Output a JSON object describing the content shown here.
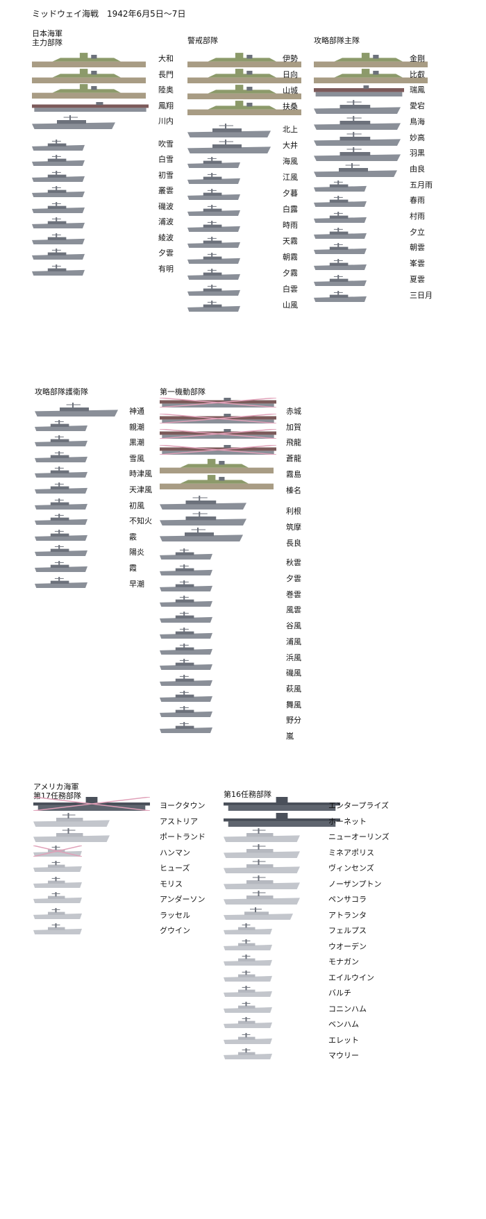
{
  "title": "ミッドウェイ海戦　1942年6月5日～7日",
  "colors": {
    "bb_upper": "#8c9a6a",
    "bb_hull": "#a89c84",
    "steel": "#8a8f98",
    "steel_dark": "#6c717b",
    "pale": "#c3c6cc",
    "deck": "#7c5a5a",
    "us_dark": "#4a505a",
    "pink": "#e0a0b8"
  },
  "groups": [
    {
      "key": "jp_main",
      "headings": [
        "日本海軍",
        "主力部隊"
      ],
      "ships": [
        "大和",
        "長門",
        "陸奥",
        "鳳翔",
        "川内",
        "吹雪",
        "白雪",
        "初雪",
        "叢雲",
        "磯波",
        "浦波",
        "綾波",
        "夕雲",
        "有明"
      ],
      "types": [
        "bb",
        "bb",
        "bb",
        "cv",
        "cl",
        "dd",
        "dd",
        "dd",
        "dd",
        "dd",
        "dd",
        "dd",
        "dd",
        "dd"
      ],
      "sunk": []
    },
    {
      "key": "jp_guard",
      "headings": [
        "警戒部隊"
      ],
      "ships": [
        "伊勢",
        "日向",
        "山城",
        "扶桑",
        "北上",
        "大井",
        "海風",
        "江風",
        "夕暮",
        "白露",
        "時雨",
        "天霧",
        "朝霧",
        "夕霧",
        "白雲",
        "山風"
      ],
      "types": [
        "bb",
        "bb",
        "bb",
        "bb",
        "cl",
        "cl",
        "dd",
        "dd",
        "dd",
        "dd",
        "dd",
        "dd",
        "dd",
        "dd",
        "dd",
        "dd"
      ],
      "sunk": []
    },
    {
      "key": "jp_invasion_main",
      "headings": [
        "攻略部隊主隊"
      ],
      "ships": [
        "金剛",
        "比叡",
        "瑞鳳",
        "愛宕",
        "鳥海",
        "妙高",
        "羽黒",
        "由良",
        "五月雨",
        "春雨",
        "村雨",
        "夕立",
        "朝雲",
        "峯雲",
        "夏雲",
        "三日月"
      ],
      "types": [
        "bb",
        "bb",
        "cvl",
        "ca",
        "ca",
        "ca",
        "ca",
        "cl",
        "dd",
        "dd",
        "dd",
        "dd",
        "dd",
        "dd",
        "dd",
        "dd"
      ],
      "sunk": []
    },
    {
      "key": "jp_invasion_escort",
      "headings": [
        "攻略部隊護衛隊"
      ],
      "ships": [
        "神通",
        "親潮",
        "黒潮",
        "雪風",
        "時津風",
        "天津風",
        "初風",
        "不知火",
        "霰",
        "陽炎",
        "霞",
        "早潮"
      ],
      "types": [
        "cl",
        "dd",
        "dd",
        "dd",
        "dd",
        "dd",
        "dd",
        "dd",
        "dd",
        "dd",
        "dd",
        "dd"
      ],
      "sunk": []
    },
    {
      "key": "jp_kido",
      "headings": [
        "第一機動部隊"
      ],
      "ships": [
        "赤城",
        "加賀",
        "飛龍",
        "蒼龍",
        "霧島",
        "榛名",
        "利根",
        "筑摩",
        "長良",
        "秋雲",
        "夕雲",
        "巻雲",
        "風雲",
        "谷風",
        "浦風",
        "浜風",
        "磯風",
        "萩風",
        "舞風",
        "野分",
        "嵐"
      ],
      "types": [
        "cv",
        "cv",
        "cv",
        "cv",
        "bb",
        "bb",
        "ca",
        "ca",
        "cl",
        "dd",
        "dd",
        "dd",
        "dd",
        "dd",
        "dd",
        "dd",
        "dd",
        "dd",
        "dd",
        "dd",
        "dd"
      ],
      "sunk": [
        0,
        1,
        2,
        3
      ]
    },
    {
      "key": "us_tf17",
      "headings": [
        "アメリカ海軍",
        "第17任務部隊"
      ],
      "ships": [
        "ヨークタウン",
        "アストリア",
        "ポートランド",
        "ハンマン",
        "ヒューズ",
        "モリス",
        "アンダーソン",
        "ラッセル",
        "グウイン"
      ],
      "types": [
        "uscv",
        "usca",
        "usca",
        "usdd",
        "usdd",
        "usdd",
        "usdd",
        "usdd",
        "usdd"
      ],
      "sunk": [
        0,
        3
      ]
    },
    {
      "key": "us_tf16",
      "headings": [
        "第16任務部隊"
      ],
      "ships": [
        "エンタープライズ",
        "ホーネット",
        "ニューオーリンズ",
        "ミネアポリス",
        "ヴィンセンズ",
        "ノーザンプトン",
        "ペンサコラ",
        "アトランタ",
        "フェルプス",
        "ウオーデン",
        "モナガン",
        "エイルウイン",
        "バルチ",
        "コニンハム",
        "ベンハム",
        "エレット",
        "マウリー"
      ],
      "types": [
        "uscv",
        "uscv",
        "usca",
        "usca",
        "usca",
        "usca",
        "usca",
        "uscl",
        "usdd",
        "usdd",
        "usdd",
        "usdd",
        "usdd",
        "usdd",
        "usdd",
        "usdd",
        "usdd"
      ],
      "sunk": []
    }
  ]
}
